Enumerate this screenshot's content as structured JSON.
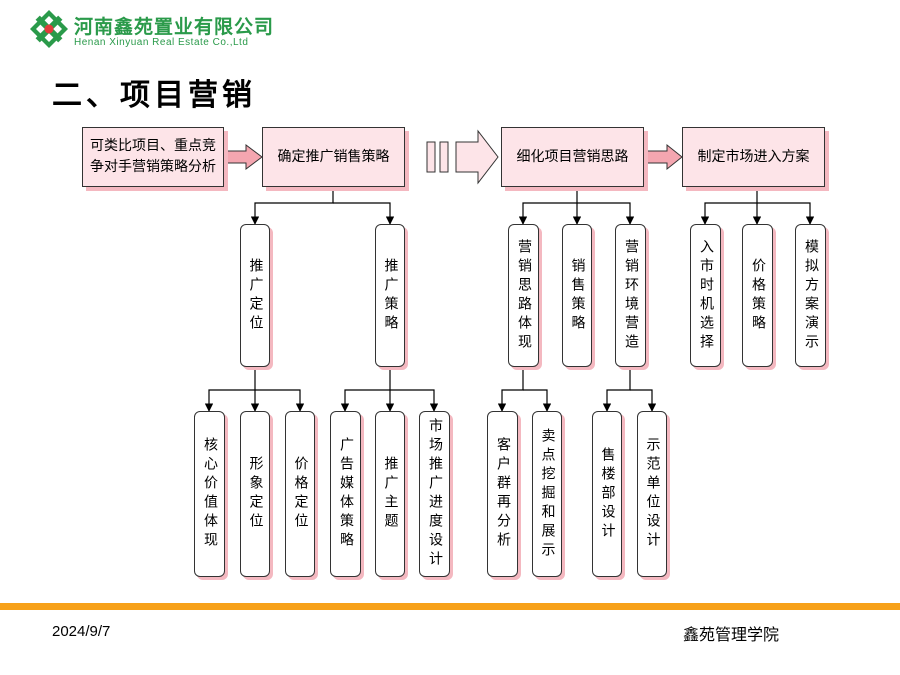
{
  "header": {
    "company_cn": "河南鑫苑置业有限公司",
    "company_en": "Henan Xinyuan Real Estate Co.,Ltd",
    "logo_icon": "xinyuan-logo-icon",
    "logo_color": "#2a9a4a"
  },
  "title": "二、项目营销",
  "flow": {
    "input": "可类比项目、重点竞争对手营销策略分析",
    "step1": "确定推广销售策略",
    "step2": "细化项目营销思路",
    "step3": "制定市场进入方案"
  },
  "tree": {
    "promo_positioning": "推广定位",
    "promo_strategy": "推广策略",
    "core_value": "核心价值体现",
    "image_positioning": "形象定位",
    "price_positioning": "价格定位",
    "ad_media_strategy": "广告媒体策略",
    "promo_theme": "推广主题",
    "market_promo_schedule": "市场推广进度设计",
    "marketing_thinking": "营销思路体现",
    "sales_strategy": "销售策略",
    "marketing_environment": "营销环境营造",
    "customer_analysis": "客户群再分析",
    "selling_points": "卖点挖掘和展示",
    "sales_office_design": "售楼部设计",
    "show_unit_design": "示范单位设计",
    "entry_timing": "入市时机选择",
    "price_strategy": "价格策略",
    "simulation_demo": "模拟方案演示"
  },
  "colors": {
    "box_fill": "#fde4e8",
    "box_shadow": "#f4b8c0",
    "arrow_fill": "#f4a6b0",
    "footer_bar": "#f7a11a"
  },
  "footer": {
    "date": "2024/9/7",
    "org": "鑫苑管理学院"
  }
}
